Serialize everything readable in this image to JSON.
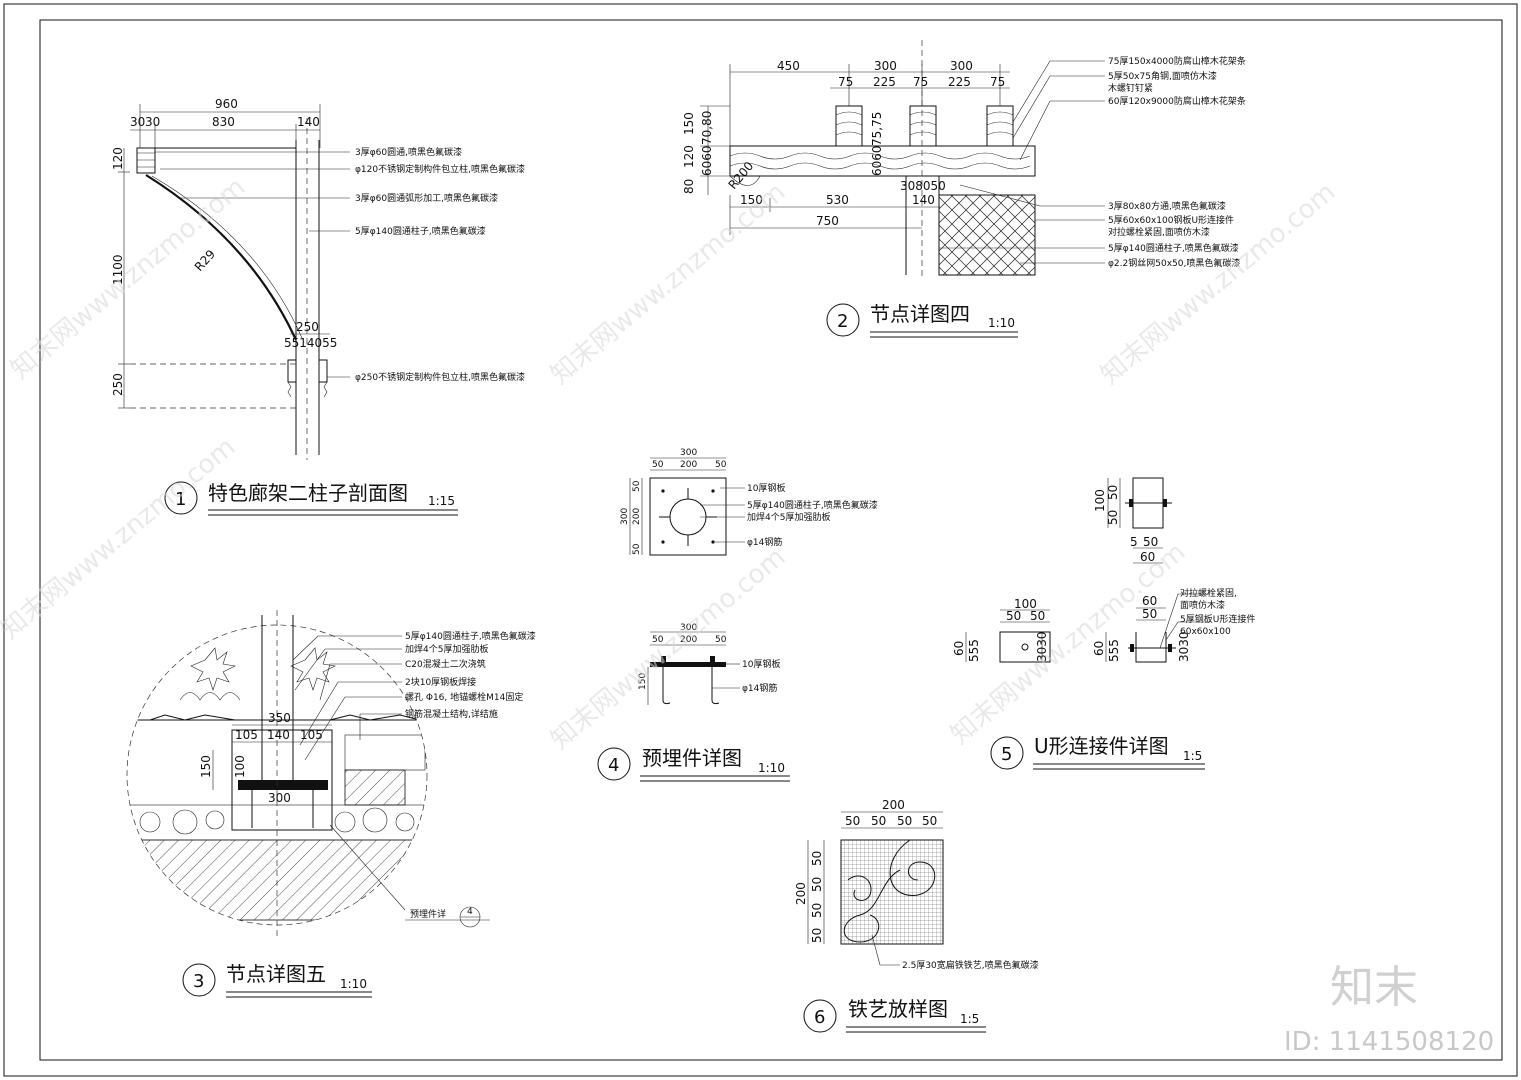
{
  "drawings": {
    "d1": {
      "number": "1",
      "title": "特色廊架二柱子剖面图",
      "scale": "1:15",
      "dims": {
        "top_total": "960",
        "top_left_a": "30",
        "top_left_b": "30",
        "top_mid": "830",
        "top_right": "140",
        "v_120": "120",
        "v_1100": "1100",
        "v_250": "250",
        "radius": "R29",
        "lower_250": "250",
        "lower_sub": "5514055"
      },
      "notes": [
        "3厚φ60圆通,喷黑色氟碳漆",
        "φ120不锈钢定制构件包立柱,喷黑色氟碳漆",
        "3厚φ60圆通弧形加工,喷黑色氟碳漆",
        "5厚φ140圆通柱子,喷黑色氟碳漆",
        "φ250不锈钢定制构件包立柱,喷黑色氟碳漆"
      ]
    },
    "d2": {
      "number": "2",
      "title": "节点详图四",
      "scale": "1:10",
      "dims": {
        "top_450": "450",
        "top_300a": "300",
        "top_300b": "300",
        "s75a": "75",
        "s225a": "225",
        "s75b": "75",
        "s225b": "225",
        "s75c": "75",
        "v150": "150",
        "v7080": "70,80",
        "v7575": "75,75",
        "v120": "120",
        "v6060": "6060",
        "v80": "80",
        "v6060b": "6060",
        "r200": "R200",
        "b150": "150",
        "b530": "530",
        "b140": "140",
        "b308050": "308050",
        "b750": "750"
      },
      "notes": [
        "75厚150x4000防腐山樟木花架条",
        "5厚50x75角钢,面喷仿木漆",
        "木螺钉钉紧",
        "60厚120x9000防腐山樟木花架条",
        "3厚80x80方通,喷黑色氟碳漆",
        "5厚60x60x100钢板U形连接件",
        "对拉螺栓紧固,面喷仿木漆",
        "5厚φ140圆通柱子,喷黑色氟碳漆",
        "φ2.2钢丝网50x50,喷黑色氟碳漆"
      ]
    },
    "d3": {
      "number": "3",
      "title": "节点详图五",
      "scale": "1:10",
      "dims": {
        "w350": "350",
        "w105": "105",
        "w140": "140",
        "w105b": "105",
        "v150": "150",
        "v100": "100",
        "w300": "300"
      },
      "notes": [
        "5厚φ140圆通柱子,喷黑色氟碳漆",
        "加焊4个5厚加强肋板",
        "C20混凝土二次浇筑",
        "2块10厚钢板焊接",
        "螺孔 Φ16, 地锚螺栓M14固定",
        "钢筋混凝土结构,详结施"
      ],
      "ref_label": "预埋件详",
      "ref_number": "4"
    },
    "d4": {
      "number": "4",
      "title": "预埋件详图",
      "scale": "1:10",
      "dims": {
        "w300": "300",
        "w50a": "50",
        "w200": "200",
        "w50b": "50",
        "v300": "300",
        "v50a": "50",
        "v200": "200",
        "v50b": "50",
        "e300": "300",
        "e50a": "50",
        "e200": "200",
        "e50b": "50",
        "e150": "150"
      },
      "notes": [
        "10厚钢板",
        "5厚φ140圆通柱子,喷黑色氟碳漆",
        "加焊4个5厚加强肋板",
        "φ14钢筋",
        "10厚钢板",
        "φ14钢筋"
      ]
    },
    "d5": {
      "number": "5",
      "title": "U形连接件详图",
      "scale": "1:5",
      "dims": {
        "a100": "100",
        "a50a": "50",
        "a50b": "50",
        "a5": "5",
        "a50c": "50",
        "a60": "60",
        "b100": "100",
        "b50a": "50",
        "b50b": "50",
        "b60": "60",
        "b555": "555",
        "b3030": "3030",
        "c60": "60",
        "c50": "50",
        "c60v": "60",
        "c555": "555",
        "c3030": "3030"
      },
      "notes": [
        "对拉螺栓紧固,",
        "面喷仿木漆",
        "5厚钢板U形连接件",
        "60x60x100"
      ]
    },
    "d6": {
      "number": "6",
      "title": "铁艺放样图",
      "scale": "1:5",
      "dims": {
        "w200": "200",
        "w50a": "50",
        "w50b": "50",
        "w50c": "50",
        "w50d": "50",
        "v200": "200",
        "v50a": "50",
        "v50b": "50",
        "v50c": "50",
        "v50d": "50"
      },
      "notes": [
        "2.5厚30宽扁铁铁艺,喷黑色氟碳漆"
      ]
    }
  },
  "watermark": {
    "text": "知末网www.znzmo.com",
    "brand": "知末",
    "id": "ID: 1141508120"
  }
}
